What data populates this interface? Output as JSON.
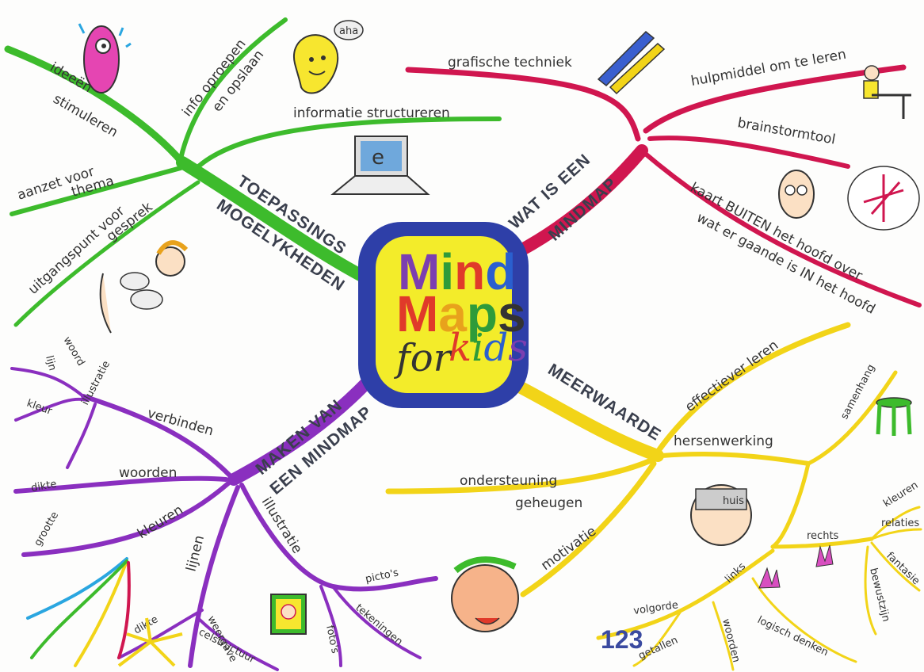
{
  "center": {
    "line1": [
      "M",
      "i",
      "n",
      "d"
    ],
    "line2": [
      "M",
      "a",
      "p",
      "s"
    ],
    "for_word": "for",
    "kids_letters": [
      "k",
      "i",
      "d",
      "s"
    ]
  },
  "letter_colors": {
    "line1": [
      "#7b3fb0",
      "#2e9b3a",
      "#e03a2a",
      "#2a5fcf"
    ],
    "line2": [
      "#e03a2a",
      "#e8a21c",
      "#2e9b3a",
      "#333333"
    ],
    "kids": [
      "#e03a2a",
      "#2e9b3a",
      "#2a5fcf",
      "#7b3fb0"
    ]
  },
  "branches": {
    "toepassingen": {
      "title1": "TOEPASSINGS",
      "title2": "MOGELYKHEDEN",
      "color": "#3dbb2c",
      "labels": {
        "ideeen": "ideeën",
        "stimuleren": "stimuleren",
        "info1": "info oproepen",
        "info2": "en opslaan",
        "structureren": "informatie structureren",
        "aanzet": "aanzet voor",
        "thema": "thema",
        "uitgangspunt": "uitgangspunt voor",
        "gesprek": "gesprek"
      },
      "icons": {
        "aha": "aha"
      }
    },
    "wat_is": {
      "title1": "WAT IS EEN",
      "title2": "MINDMAP",
      "color": "#d0164f",
      "labels": {
        "grafisch": "grafische techniek",
        "hulpmiddel": "hulpmiddel om te leren",
        "brainstorm": "brainstormtool",
        "kaart1": "kaart BUITEN het hoofd over",
        "kaart2": "wat er gaande is IN het hoofd"
      }
    },
    "maken": {
      "title1": "MAKEN VAN",
      "title2": "EEN MINDMAP",
      "color": "#8a2fbf",
      "labels": {
        "verbinden": "verbinden",
        "woord": "woord",
        "lijn": "lijn",
        "kleur": "kleur",
        "illustratie_small": "illustratie",
        "woorden": "woorden",
        "dikte": "dikte",
        "grootte": "grootte",
        "kleuren": "kleuren",
        "lijnen": "lijnen",
        "dikte2": "dikte",
        "weergave": "weergave",
        "celstructuur": "celstructuur",
        "illustratie": "illustratie",
        "pictos": "picto's",
        "tekeningen": "tekeningen",
        "fotos": "foto's"
      }
    },
    "meerwaarde": {
      "title": "MEERWAARDE",
      "color": "#f2d418",
      "labels": {
        "effectiever": "effectiever leren",
        "samenhang": "samenhang",
        "hersenwerking": "hersenwerking",
        "ondersteuning": "ondersteuning",
        "geheugen": "geheugen",
        "motivatie": "motivatie",
        "rechts": "rechts",
        "kleuren": "kleuren",
        "relaties": "relaties",
        "fantasie": "fantasie",
        "bewustzijn": "bewustzijn",
        "links": "links",
        "volgorde": "volgorde",
        "getallen": "getallen",
        "woorden": "woorden",
        "logisch": "logisch denken",
        "huis": "huis",
        "digits": "123"
      }
    }
  },
  "icons": [
    "pencils-icon",
    "laptop-icon",
    "person-at-desk-icon",
    "thinking-face-icon",
    "surprised-face-icon",
    "lightbulb-icon",
    "talking-people-icon",
    "stool-icon",
    "boy-with-brain-icon",
    "hands-icon",
    "photo-frame-icon",
    "neuron-icon",
    "face-tongue-icon"
  ]
}
